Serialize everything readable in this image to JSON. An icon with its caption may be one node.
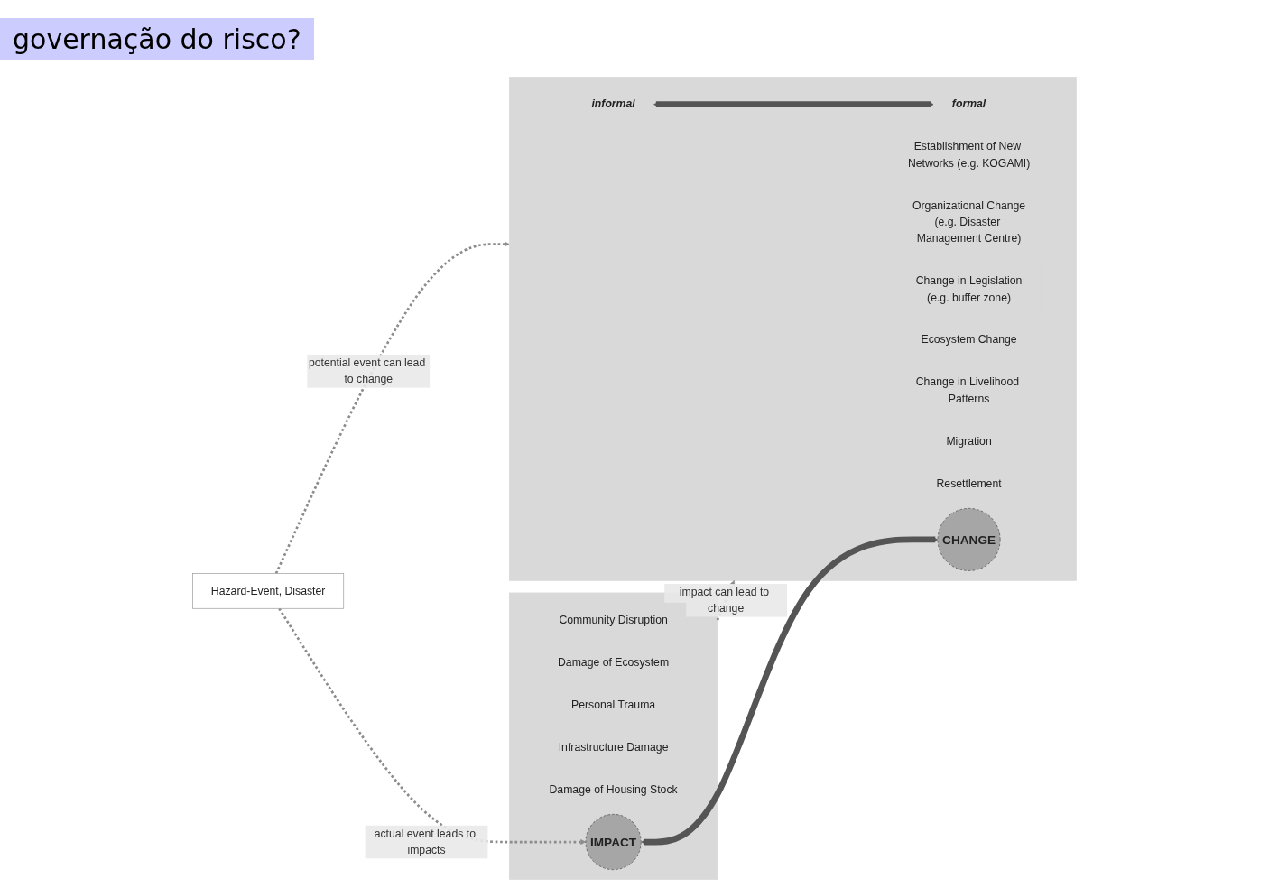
{
  "diagram": {
    "nodes": [
      {
        "text": [],
        "shape": "box"
      },
      {
        "text": [
          "IMPACT"
        ],
        "in": 0
      },
      {
        "text": [
          "Community Disruption"
        ],
        "in": 0
      },
      {
        "text": [
          "Damage of Ecosystem"
        ],
        "in": 0
      },
      {
        "text": [
          "Personal Trauma"
        ],
        "in": 0
      },
      {
        "text": [
          "Infrastructure Damage"
        ],
        "in": 0
      },
      {
        "text": [
          "Damage of Housing Stock"
        ],
        "in": 0
      },
      {
        "text": [
          "Hazard-Event, Disaster"
        ]
      },
      {
        "text": [],
        "shape": "box"
      },
      {
        "text": [
          "Ecosystem Change"
        ],
        "in": 8
      },
      {
        "text": [
          "Establishment of New Networks (e.g. KOGAMI)"
        ],
        "in": 8
      },
      {
        "text": [
          "Organizational Change",
          "(e.g. Disaster Management Centre)"
        ],
        "in": 8
      },
      {
        "text": [
          "Change in Legislation",
          "(e.g. buffer zone)"
        ],
        "in": 8
      },
      {
        "text": [
          "informal"
        ],
        "in": 8
      },
      {
        "text": [
          "formal"
        ],
        "in": 8
      },
      {
        "text": [
          "CHANGE"
        ],
        "in": 8
      },
      {
        "text": [
          "Change in Livelihood Patterns"
        ],
        "in": 8
      },
      {
        "text": [
          "Migration"
        ],
        "in": 8
      },
      {
        "text": [
          "Resettlement"
        ],
        "in": 8
      }
    ],
    "edges": [
      {
        "from": 7,
        "to": 1,
        "arrow": "to",
        "label": "actual event leads to impacts",
        "style": "dashed"
      },
      {
        "from": 0,
        "to": 8,
        "arrow": "to",
        "label": "impact can lead to change",
        "style": "dashed"
      },
      {
        "from": 7,
        "to": 8,
        "arrow": "to",
        "label": "potential event can lead to change",
        "style": "dashed"
      },
      {
        "from": 1,
        "to": 15,
        "arrow": "both",
        "style": "thick",
        "color": "#555555"
      },
      {
        "from": 13,
        "to": 14,
        "arrow": "both",
        "style": "thick",
        "color": "#555555"
      }
    ],
    "labels": [
      "governação do risco?"
    ]
  }
}
